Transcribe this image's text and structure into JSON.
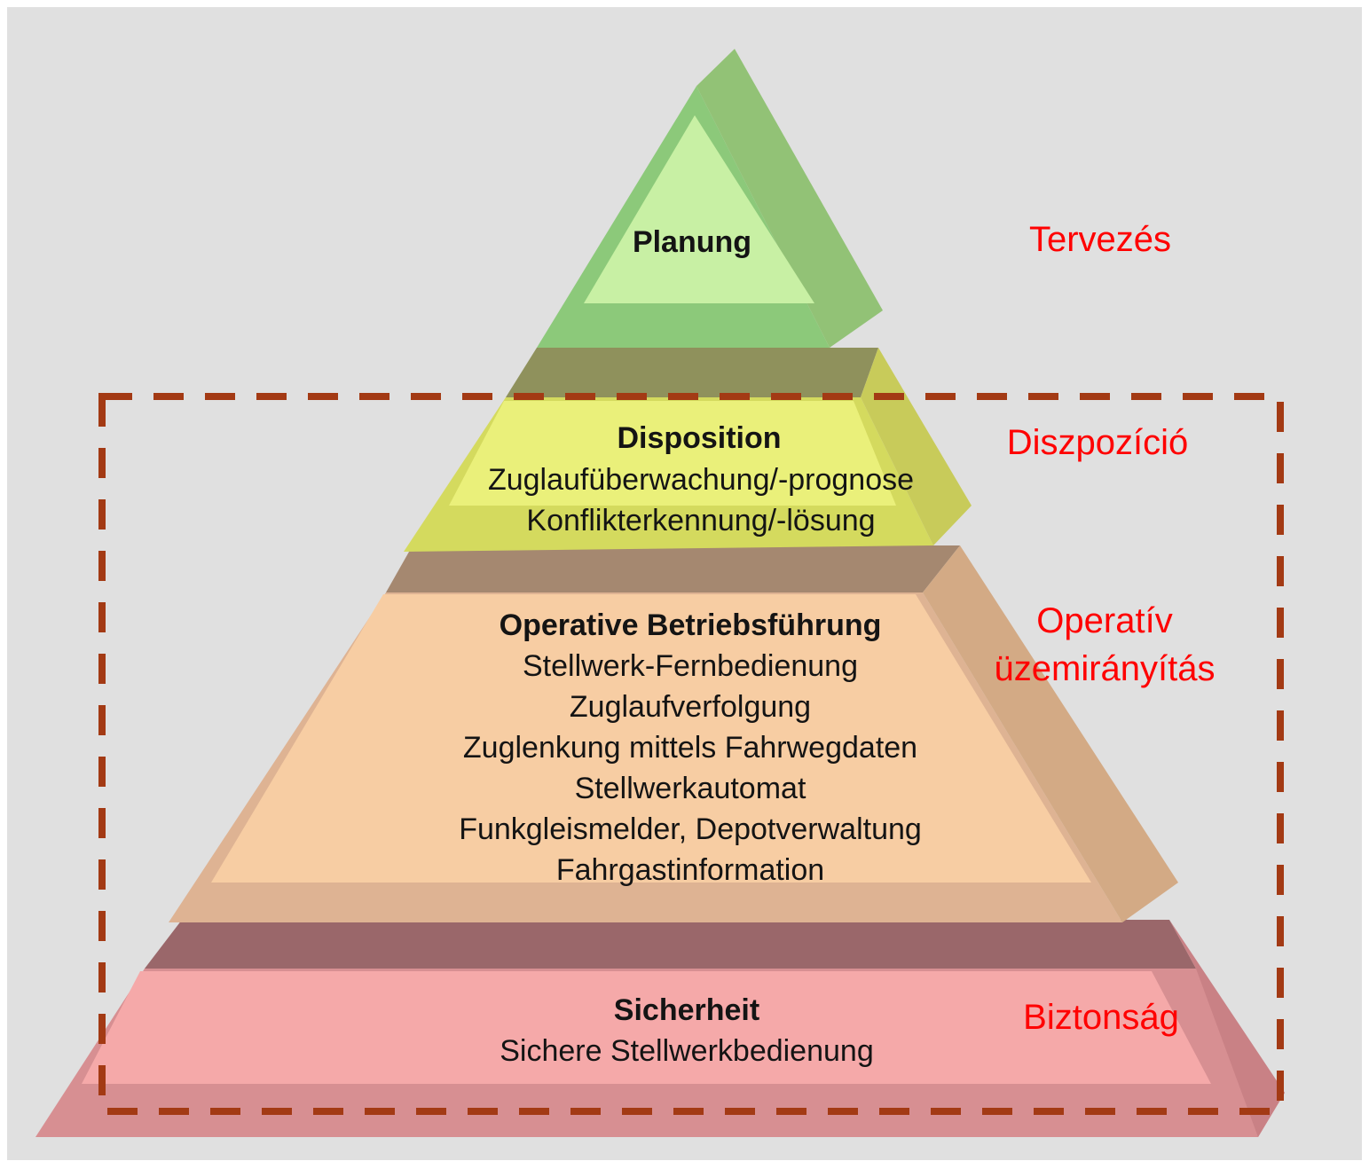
{
  "diagram": {
    "levels": [
      {
        "title": "Planung",
        "items": [],
        "label_hu": "Tervezés"
      },
      {
        "title": "Disposition",
        "items": [
          "Zuglaufüberwachung/-prognose",
          "Konflikterkennung/-lösung"
        ],
        "label_hu": "Diszpozíció"
      },
      {
        "title": "Operative Betriebsführung",
        "items": [
          "Stellwerk-Fernbedienung",
          "Zuglaufverfolgung",
          "Zuglenkung mittels Fahrwegdaten",
          "Stellwerkautomat",
          "Funkgleismelder, Depotverwaltung",
          "Fahrgastinformation"
        ],
        "label_hu_line1": "Operatív",
        "label_hu_line2": "üzemirányítás"
      },
      {
        "title": "Sicherheit",
        "items": [
          "Sichere Stellwerkbedienung"
        ],
        "label_hu": "Biztonság"
      }
    ],
    "colors": {
      "background": "#e0e0e0",
      "label_red": "#ff0000",
      "dashed_frame": "#a33a14",
      "planung": "#a6dc88",
      "disposition": "#eaf07a",
      "operative": "#f7cda3",
      "sicherheit": "#f5a9a9"
    }
  }
}
